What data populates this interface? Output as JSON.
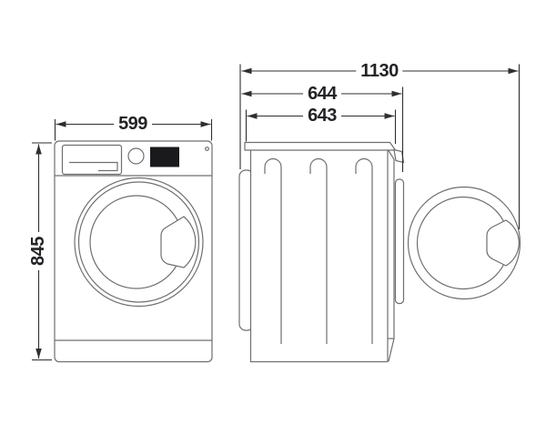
{
  "labels": {
    "front_width": "599",
    "front_height": "845",
    "side_depth_door_open": "1130",
    "side_depth_with_lid": "644",
    "side_depth_body": "643"
  },
  "colors": {
    "background": "#ffffff",
    "drawing_line": "#6f6f72",
    "dimension_line": "#2f2f31",
    "label_text": "#232326",
    "display_fill": "#1a1a1c"
  },
  "views": {
    "front": "washing-machine-front-view",
    "side": "washing-machine-side-view-door-open"
  }
}
